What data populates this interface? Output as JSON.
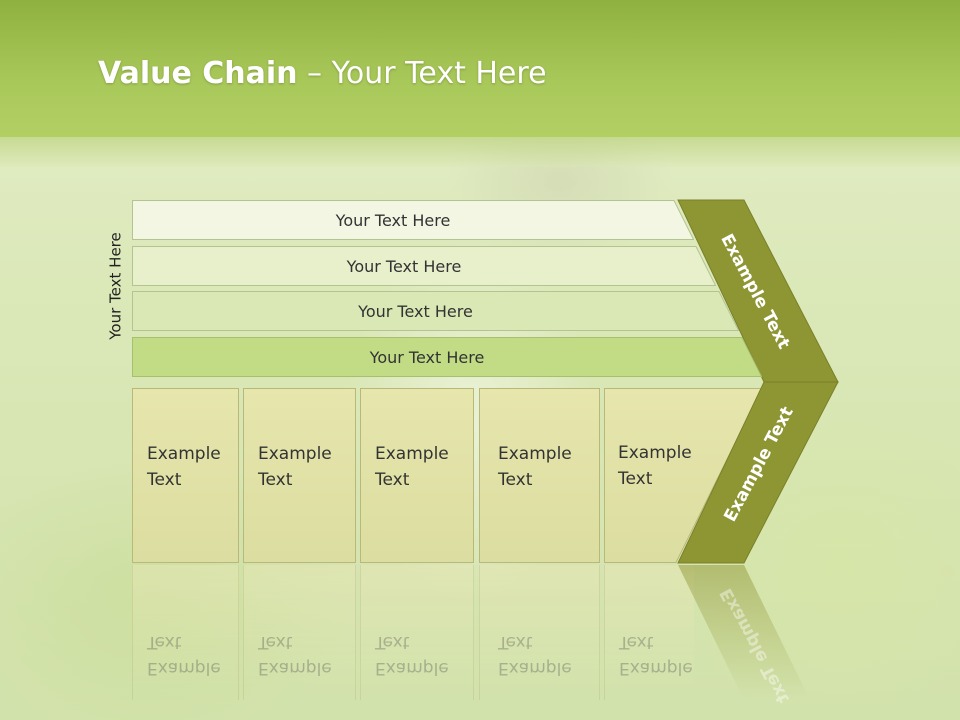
{
  "slide": {
    "title_bold": "Value Chain",
    "title_rest": " – Your Text Here",
    "side_label": "Your Text Here"
  },
  "bars": [
    {
      "label": "Your Text Here",
      "fill": "#f3f6e3"
    },
    {
      "label": "Your Text Here",
      "fill": "#e7efcb"
    },
    {
      "label": "Your Text Here",
      "fill": "#d9e8b4"
    },
    {
      "label": "Your Text Here",
      "fill": "#c2dc86"
    }
  ],
  "boxes": [
    {
      "line1": "Example",
      "line2": "Text"
    },
    {
      "line1": "Example",
      "line2": "Text"
    },
    {
      "line1": "Example",
      "line2": "Text"
    },
    {
      "line1": "Example",
      "line2": "Text"
    },
    {
      "line1": "Example",
      "line2": "Text"
    }
  ],
  "chevrons": {
    "upper_label": "Example Text",
    "lower_label": "Example Text",
    "color": "#8e9533"
  },
  "colors": {
    "header": "#9dbd4b",
    "box_fill": "#e1e2a6",
    "chevron": "#8e9533"
  }
}
